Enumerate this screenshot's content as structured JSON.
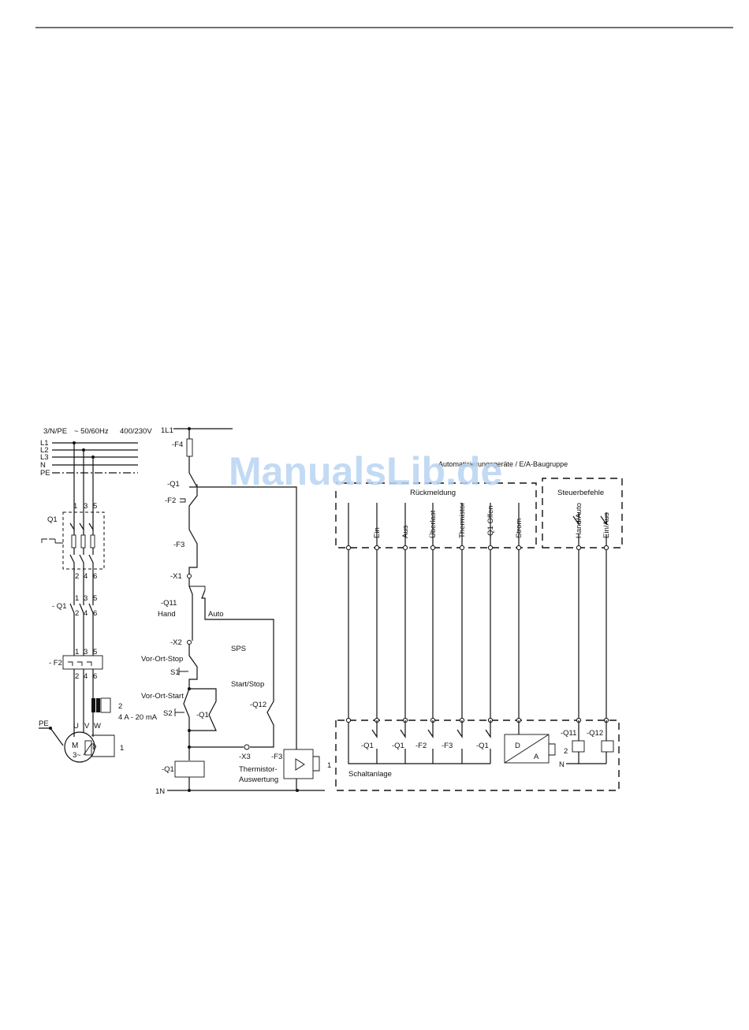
{
  "supply": {
    "system": "3/N/PE",
    "frequency": "~ 50/60Hz",
    "voltage": "400/230V",
    "l1": "L1",
    "l2": "L2",
    "l3": "L3",
    "n": "N",
    "pe": "PE",
    "control_l": "1L1",
    "control_n": "1N"
  },
  "power_circuit": {
    "q1": "Q1",
    "q1_contactor": "- Q1",
    "f2": "- F2",
    "t1": "1",
    "t3": "3",
    "t5": "5",
    "t2": "2",
    "t4": "4",
    "t6": "6",
    "u": "U",
    "v": "V",
    "w": "W",
    "pe_label": "PE",
    "motor_m": "M",
    "motor_phase": "3~",
    "theta": "ϑ",
    "ct_pin": "2",
    "ct_range": "4 A - 20 mA",
    "thermistor_pin": "1"
  },
  "control_circuit": {
    "f4": "-F4",
    "q1_aux": "-Q1",
    "f2_aux": "-F2",
    "f3": "-F3",
    "x1": "-X1",
    "q11": "-Q11",
    "hand": "Hand",
    "auto": "Auto",
    "x2": "-X2",
    "local_stop": "Vor-Ort-Stop",
    "s1": "S1",
    "sps": "SPS",
    "start_stop": "Start/Stop",
    "local_start": "Vor-Ort-Start",
    "s2": "S2",
    "q1_hold": "-Q1",
    "q12": "-Q12",
    "x3": "-X3",
    "f3_relay": "-F3",
    "thermistor_eval_1": "Thermistor-",
    "thermistor_eval_2": "Auswertung",
    "relay_pin": "1",
    "q1_coil": "-Q1"
  },
  "io_module": {
    "title": "Automatisierungsgeräte / E/A-Baugruppe",
    "feedback": "Rückmeldung",
    "commands": "Steuerbefehle",
    "signals": [
      "Ein",
      "Aus",
      "Überlast",
      "Thermistor",
      "-Q1 Offen",
      "Strom",
      "Hand/Auto",
      "Ein/Aus"
    ]
  },
  "switchgear": {
    "title": "Schaltanlage",
    "q1_a": "-Q1",
    "q1_b": "-Q1",
    "f2": "-F2",
    "f3": "-F3",
    "q1_c": "-Q1",
    "converter_d": "D",
    "converter_a": "A",
    "converter_pin": "2",
    "n": "N",
    "q11": "-Q11",
    "q12": "-Q12"
  },
  "watermark": "ManualsLib.de"
}
